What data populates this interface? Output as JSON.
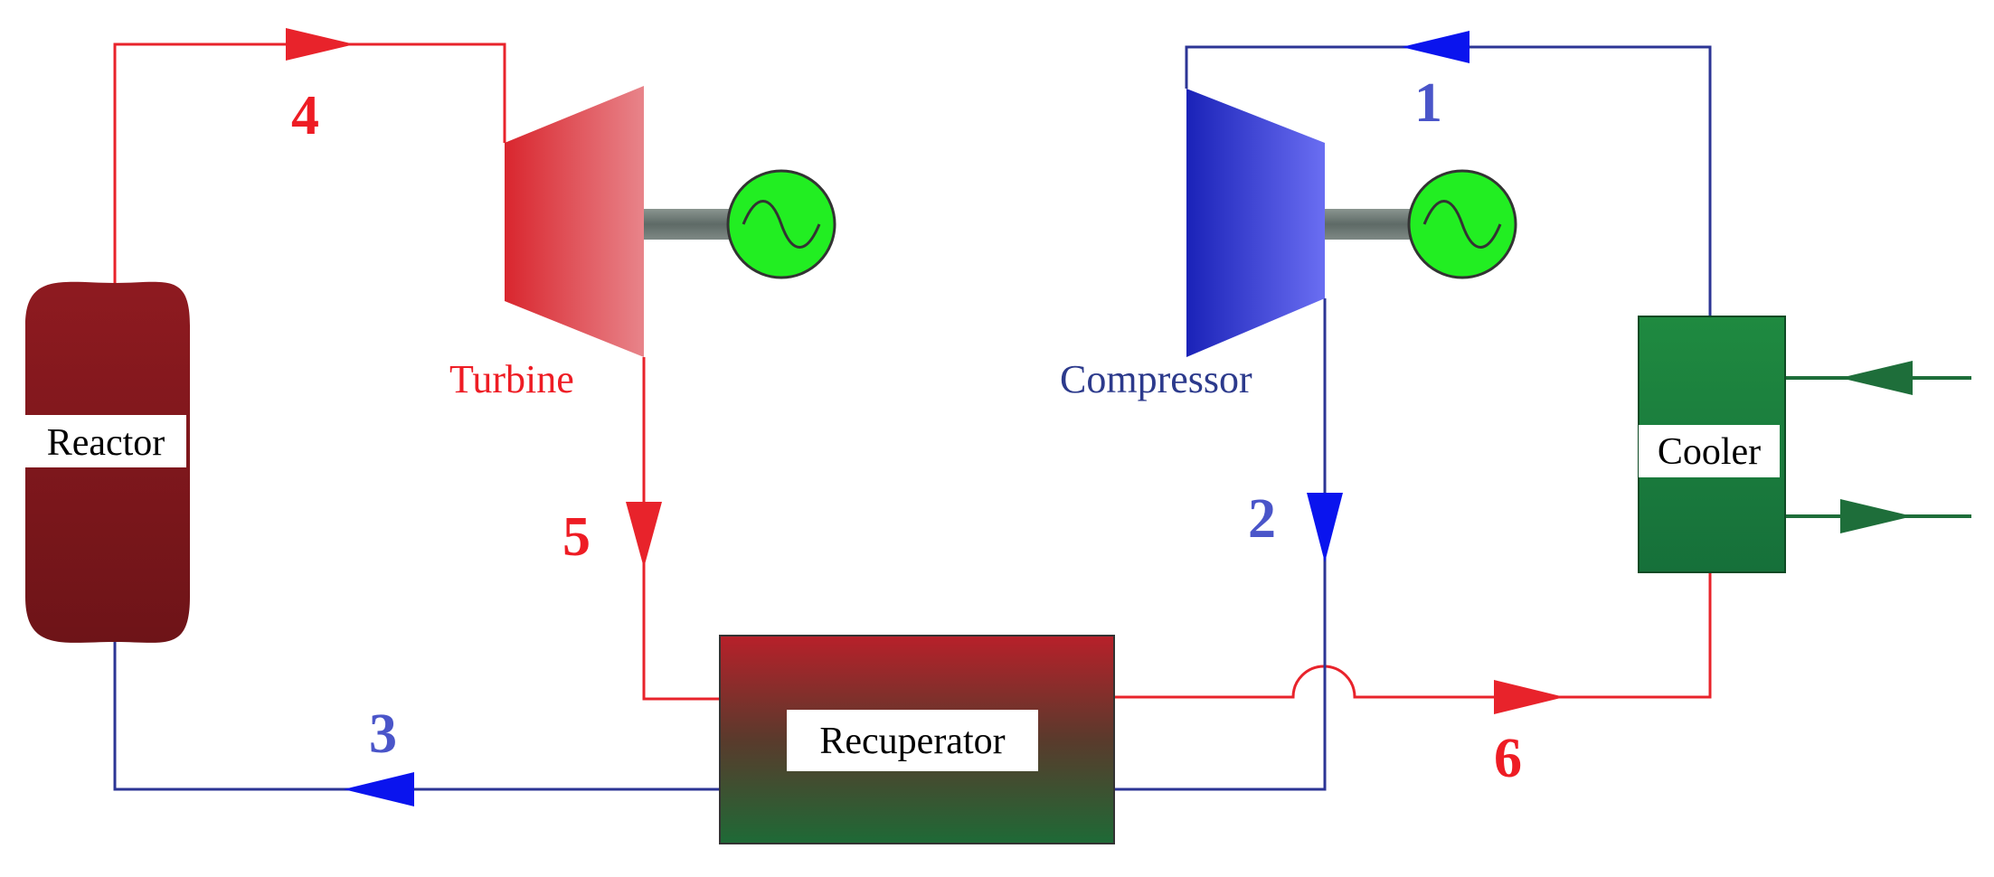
{
  "colors": {
    "hot": "#e8232b",
    "cold": "#2c3595",
    "arrow_blue": "#0a14ee",
    "label_blue": "#4a55c9",
    "label_red": "#ee1c24",
    "compressor_label": "#2c3a8c",
    "generator": "#22ee22",
    "shaft": "#687570",
    "cooler": "#1a7a3a",
    "reactor": "#8c1a1e",
    "cooling_water": "#1e6e3a"
  },
  "components": {
    "reactor": "Reactor",
    "turbine": "Turbine",
    "compressor": "Compressor",
    "cooler": "Cooler",
    "recuperator": "Recuperator"
  },
  "states": {
    "s1": "1",
    "s2": "2",
    "s3": "3",
    "s4": "4",
    "s5": "5",
    "s6": "6"
  },
  "icons": {
    "generator": "generator-icon",
    "flow_arrow": "flow-arrow-icon"
  }
}
